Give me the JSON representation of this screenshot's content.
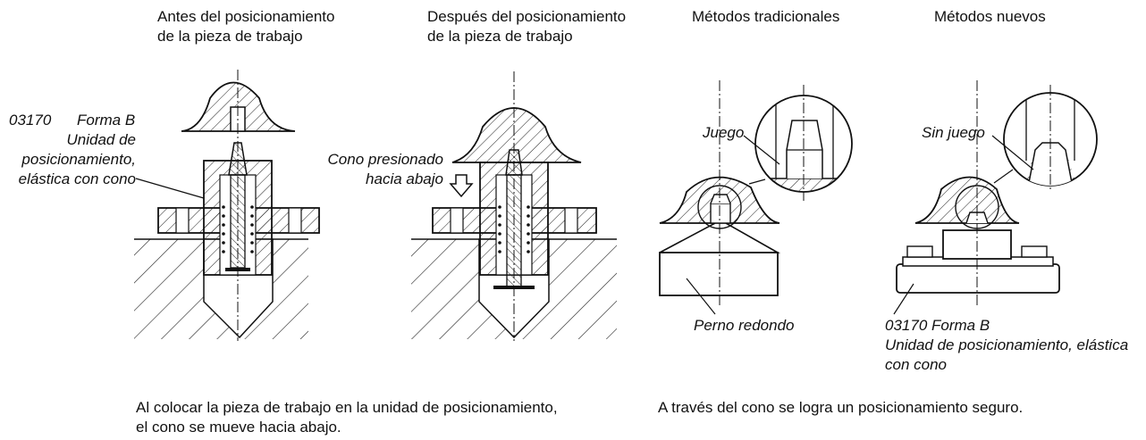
{
  "panels": [
    {
      "title_1": "Antes del posicionamiento",
      "title_2": "de la pieza de trabajo"
    },
    {
      "title_1": "Después del posicionamiento",
      "title_2": "de la pieza de trabajo"
    },
    {
      "title_1": "Métodos tradicionales"
    },
    {
      "title_1": "Métodos nuevos"
    }
  ],
  "labels": {
    "unit_code_1": "03170",
    "unit_form_1": "Forma B",
    "unit_desc_1": "Unidad de",
    "unit_desc_2": "posicionamiento,",
    "unit_desc_3": "elástica con cono",
    "cone_pressed_1": "Cono presionado",
    "cone_pressed_2": "hacia abajo",
    "play": "Juego",
    "no_play": "Sin juego",
    "round_pin": "Perno redondo",
    "new_unit_1": "03170 Forma B",
    "new_unit_2": "Unidad de posicionamiento, elástica",
    "new_unit_3": "con cono"
  },
  "captions": {
    "left_1": "Al colocar la pieza de trabajo en la unidad de posicionamiento,",
    "left_2": "el cono se mueve hacia abajo.",
    "right": "A través del cono se logra un posicionamiento seguro."
  }
}
